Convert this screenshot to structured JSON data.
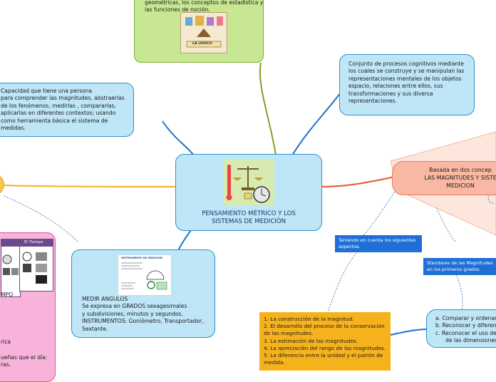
{
  "central": {
    "title_lines": [
      "PENSAMIENTO MÈTRICO Y LOS",
      "SISTEMAS DE MEDICIÒN"
    ]
  },
  "top_green": {
    "text_lines": [
      "geométricas, los conceptos de estadística y",
      "las funciones de noción."
    ],
    "image_caption": "LA LÓGICO"
  },
  "left_blue": {
    "text_lines": [
      "Capacidad que tiene una persona",
      "para comprender las magnitudes, abstraerlas",
      "de los fenómenos, medirlas , compararlas,",
      "aplicarlas en diferentes contextos; usando",
      "como herramienta básica el sistema de",
      "medidas."
    ]
  },
  "right_blue": {
    "text_lines": [
      "Conjunto de procesos cognitivos mediante",
      "los cuales se construye y se manipulan las",
      "representaciones mentales de los objetos",
      "espacio, relaciones entre ellos, sus",
      "transformaciones y sus diversa",
      "representaciones."
    ]
  },
  "salmon_node": {
    "text_lines": [
      "Basada en dos concep",
      "LAS MAGNITUDES Y SISTE",
      "MEDICION"
    ]
  },
  "medir_node": {
    "image_title": "INSTRUMENTO DE MEDICIÓN",
    "text_lines": [
      "MEDIR ANGULOS",
      "Se expresa en GRADOS sexagesimales",
      "y subdivisiones, minutos y segundos.",
      "INSTRUMENTOS: Goniómetro, Transportador,",
      "Sextante."
    ]
  },
  "pink_node": {
    "header": "El Tiempo",
    "text_lines": [
      "MPO",
      "rica",
      "ueñas que el día:",
      "ras."
    ]
  },
  "tag_left": {
    "text_lines": [
      "Teniendo en cuenta los siguientes",
      "aspectos."
    ]
  },
  "tag_right": {
    "text_lines": [
      "Standares de las Magnitudes",
      "en los primeros grados."
    ]
  },
  "orange_list": {
    "text_lines": [
      "1. La construcción de la magnitud.",
      "2. El desarrollo del proceso de la conservación",
      "de las magnitudes.",
      "3. La estimación de las magnitudes.",
      "4. La apreciación del rango de las magnitudes.",
      "5. La diferencia entre la unidad y el patrón de",
      "medida."
    ]
  },
  "standards_node": {
    "text_lines": [
      "a. Comparar y ordenar",
      "b. Reconocer y diferen",
      "c. Reconocer el uso de",
      "de las dimensiones"
    ]
  },
  "colors": {
    "blue_fill": "#bfe6f7",
    "blue_border": "#2f8fd0",
    "green_fill": "#c8e793",
    "pink_fill": "#f7b3da",
    "yellow_fill": "#f8c84a",
    "salmon_fill": "#f9b8a3",
    "orange_fill": "#f6b21d",
    "tag_fill": "#1f6fd6",
    "connector_blue": "#1e73c8",
    "connector_orange": "#e8532c",
    "connector_olive": "#8a9a2a",
    "connector_dotted": "#4a7fc0"
  }
}
